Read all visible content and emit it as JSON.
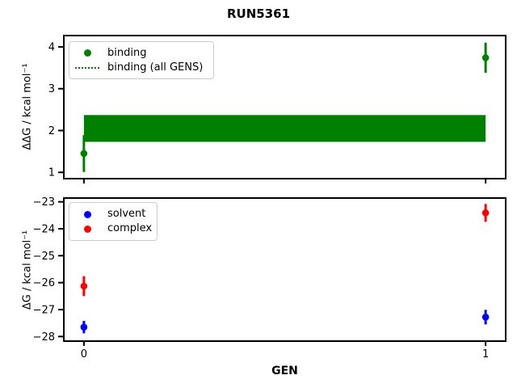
{
  "title": "RUN5361",
  "xlabel": "GEN",
  "chart_data": [
    {
      "type": "scatter",
      "ylabel": "ΔΔG / kcal mol⁻¹",
      "ylim": [
        0.85,
        4.27
      ],
      "xlim": [
        -0.05,
        1.05
      ],
      "grid": false,
      "yticks": [
        {
          "v": 1,
          "label": "1"
        },
        {
          "v": 2,
          "label": "2"
        },
        {
          "v": 3,
          "label": "3"
        },
        {
          "v": 4,
          "label": "4"
        }
      ],
      "xticks": [
        {
          "v": 0,
          "label": "0"
        },
        {
          "v": 1,
          "label": "1"
        }
      ],
      "show_x_tick_labels": false,
      "series": [
        {
          "name": "binding",
          "color": "#008000",
          "marker": "circle",
          "x": [
            0,
            1
          ],
          "y": [
            1.45,
            3.74
          ],
          "yerr": [
            0.44,
            0.36
          ]
        }
      ],
      "band": {
        "name": "binding (all GENS)",
        "color": "#008000",
        "linestyle": "dotted",
        "x": [
          0,
          1
        ],
        "y_low": 1.73,
        "y_high": 2.37
      },
      "legend": {
        "position": "upper left",
        "items": [
          {
            "label": "binding",
            "swatch": "dot",
            "color": "#008000"
          },
          {
            "label": "binding (all GENS)",
            "swatch": "dotted-line",
            "color": "#008000"
          }
        ]
      }
    },
    {
      "type": "scatter",
      "ylabel": "ΔG / kcal mol⁻¹",
      "ylim": [
        -28.17,
        -22.86
      ],
      "xlim": [
        -0.05,
        1.05
      ],
      "grid": false,
      "yticks": [
        {
          "v": -28,
          "label": "−28"
        },
        {
          "v": -27,
          "label": "−27"
        },
        {
          "v": -26,
          "label": "−26"
        },
        {
          "v": -25,
          "label": "−25"
        },
        {
          "v": -24,
          "label": "−24"
        },
        {
          "v": -23,
          "label": "−23"
        }
      ],
      "xticks": [
        {
          "v": 0,
          "label": "0"
        },
        {
          "v": 1,
          "label": "1"
        }
      ],
      "show_x_tick_labels": true,
      "series": [
        {
          "name": "solvent",
          "color": "#0000ff",
          "marker": "circle",
          "x": [
            0,
            1
          ],
          "y": [
            -27.65,
            -27.28
          ],
          "yerr": [
            0.23,
            0.27
          ]
        },
        {
          "name": "complex",
          "color": "#ff0000",
          "marker": "circle",
          "x": [
            0,
            1
          ],
          "y": [
            -26.13,
            -23.41
          ],
          "yerr": [
            0.37,
            0.33
          ]
        }
      ],
      "legend": {
        "position": "upper left",
        "items": [
          {
            "label": "solvent",
            "swatch": "dot",
            "color": "#0000ff"
          },
          {
            "label": "complex",
            "swatch": "dot",
            "color": "#ff0000"
          }
        ]
      }
    }
  ],
  "colors": {
    "binding": "#008000",
    "solvent": "#0000ff",
    "complex": "#ff0000",
    "axes": "#000000",
    "legend_border": "#cccccc"
  }
}
